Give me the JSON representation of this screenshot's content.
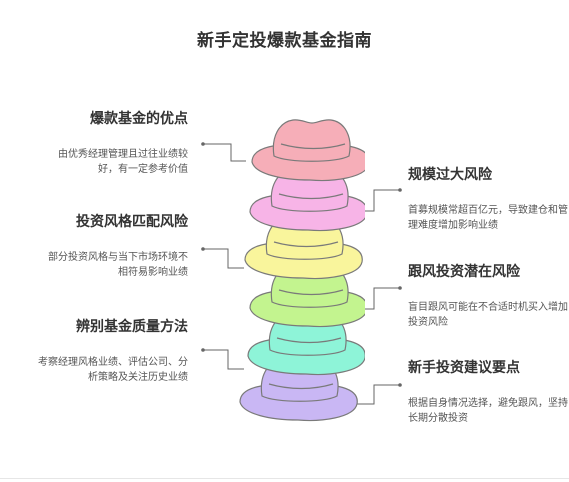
{
  "title": "新手定投爆款基金指南",
  "left": [
    {
      "heading": "爆款基金的优点",
      "desc": "由优秀经理管理且过往业绩较好，有一定参考价值"
    },
    {
      "heading": "投资风格匹配风险",
      "desc": "部分投资风格与当下市场环境不相符易影响业绩"
    },
    {
      "heading": "辨别基金质量方法",
      "desc": "考察经理风格业绩、评估公司、分析策略及关注历史业绩"
    }
  ],
  "right": [
    {
      "heading": "规模过大风险",
      "desc": "首募规模常超百亿元，导致建仓和管理难度增加影响业绩"
    },
    {
      "heading": "跟风投资潜在风险",
      "desc": "盲目跟风可能在不合适时机买入增加投资风险"
    },
    {
      "heading": "新手投资建议要点",
      "desc": "根据自身情况选择，避免跟风，坚持长期分散投资"
    }
  ],
  "colors": {
    "hats": [
      "#f6aeb8",
      "#f7b4e7",
      "#f9f59c",
      "#c3f48f",
      "#8ef4d8",
      "#c9b7f4"
    ],
    "outline": "#7a7a7a",
    "connector": "#666666"
  }
}
